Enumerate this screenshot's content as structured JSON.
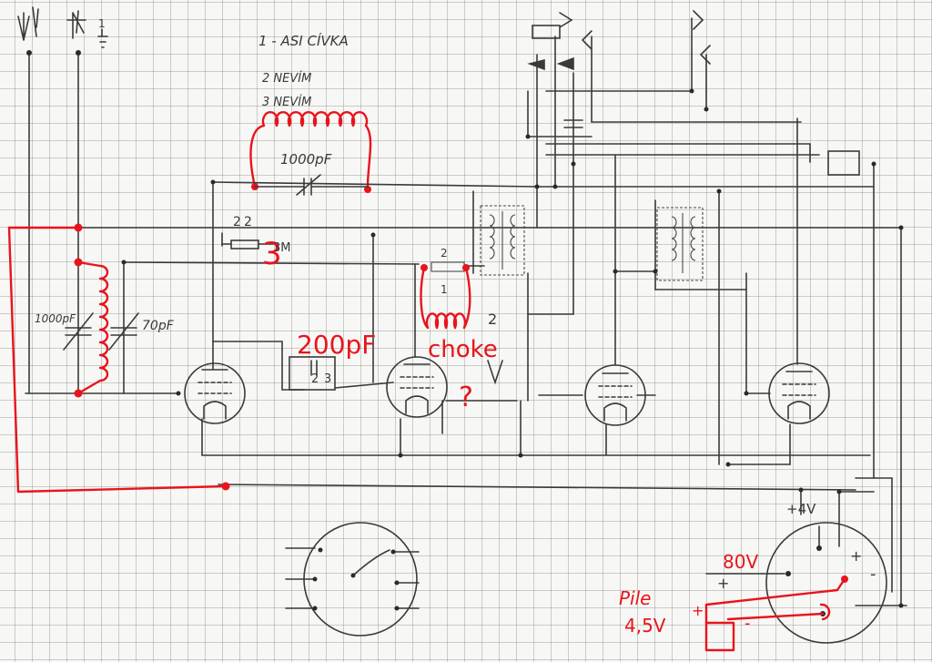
{
  "notes": {
    "line1": "1 - ASI CÍVKA",
    "line2": "2 NEVÍM",
    "line3": "3 NEVÍM"
  },
  "labels": {
    "cap_top": "1000pF",
    "res_3m": "3M",
    "num_3_red": "3",
    "tuning_left": "1000pF",
    "tuning_right": "70pF",
    "cap_200pf": "200pF",
    "choke": "choke",
    "choke_question": "?",
    "num_2a": "2",
    "num_2b": "2",
    "num_2c": "2",
    "num_1": "1",
    "num_2d": "2",
    "num_3_black": "3",
    "num_2e": "2",
    "v4": "+4V",
    "v4_plus": "+",
    "v4_minus": "-",
    "v80": "80V",
    "v80_plus": "+",
    "pile_title": "Pile",
    "pile_voltage": "4,5V",
    "pile_plus": "+",
    "pile_minus": "-",
    "ground_num": "1"
  },
  "colors": {
    "pencil": "#3a3a3a",
    "red_ink": "#e8141c",
    "paper": "#f7f7f5",
    "grid": "#8a8a8a"
  }
}
